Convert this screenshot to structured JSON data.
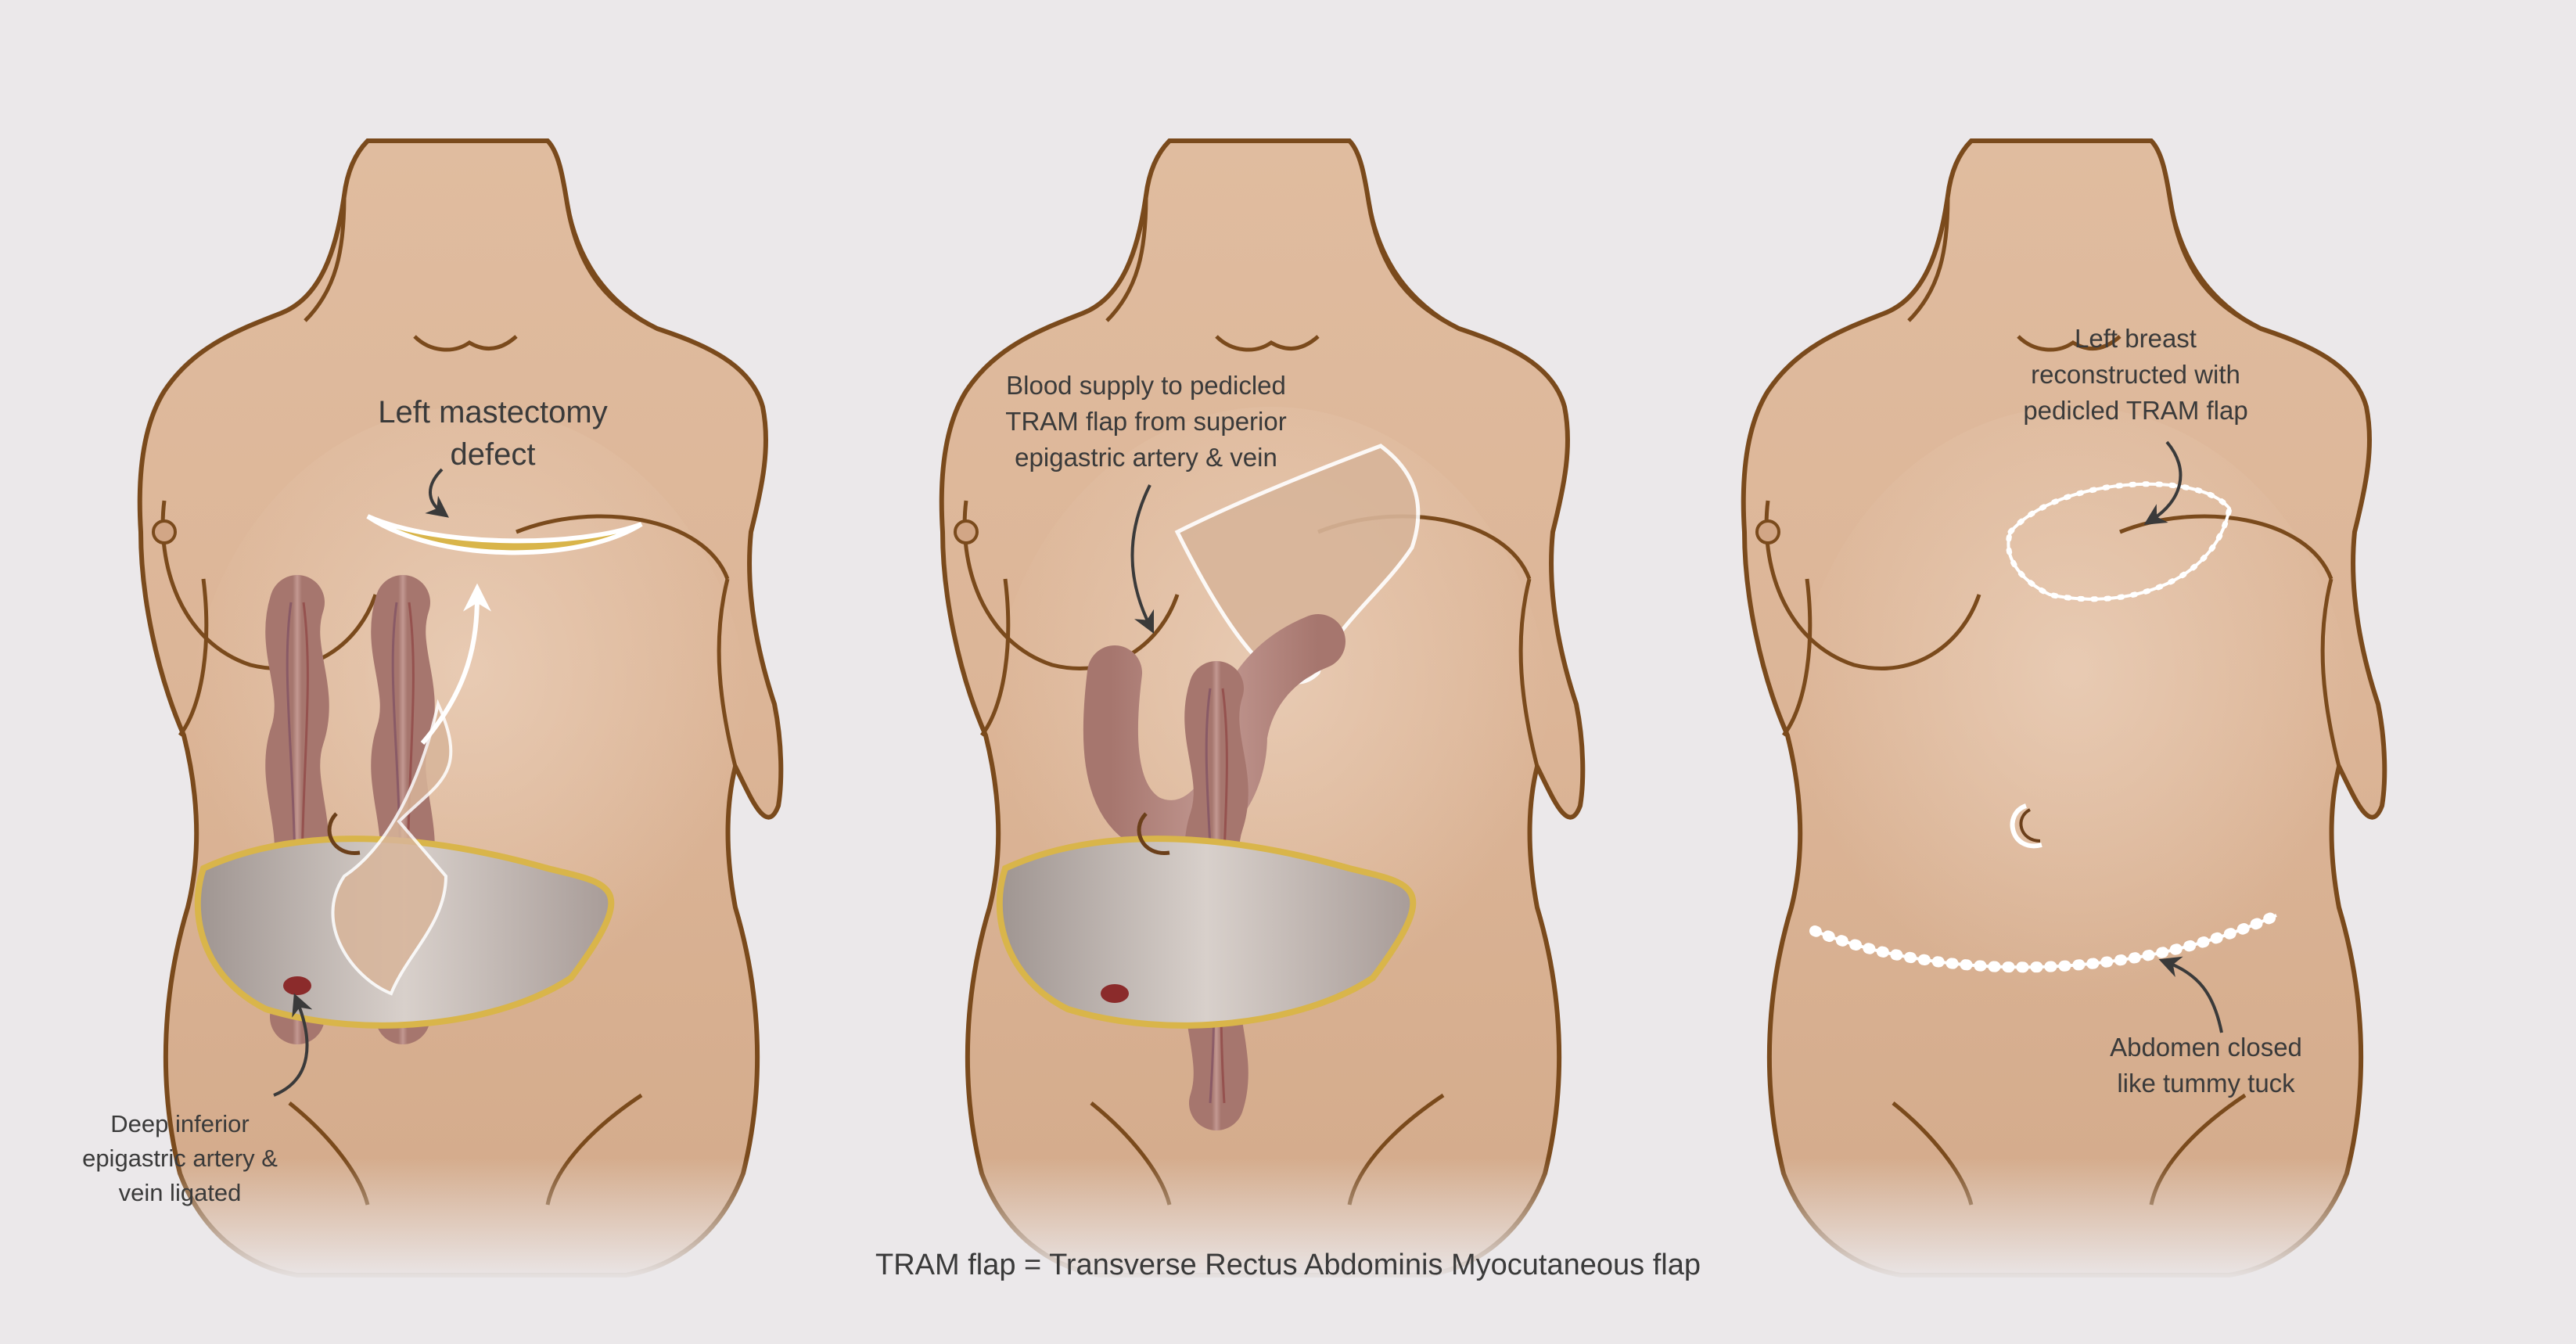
{
  "panels": [
    {
      "id": "panel-1",
      "labels": {
        "top": [
          "Left mastectomy",
          "defect"
        ],
        "bottom": [
          "Deep inferior",
          "epigastric artery &",
          "vein ligated"
        ]
      }
    },
    {
      "id": "panel-2",
      "labels": {
        "top": [
          "Blood supply to pedicled",
          "TRAM flap from superior",
          "epigastric artery & vein"
        ]
      }
    },
    {
      "id": "panel-3",
      "labels": {
        "top": [
          "Left breast",
          "reconstructed with",
          "pedicled TRAM flap"
        ],
        "bottom": [
          "Abdomen closed",
          "like tummy tuck"
        ]
      }
    }
  ],
  "footer": "TRAM flap = Transverse Rectus Abdominis Myocutaneous flap",
  "colors": {
    "background": "#ebe8ea",
    "skin": "#dcb597",
    "outline": "#7a4a1c",
    "muscle": "#b98a80",
    "fat": "#d9b54a",
    "cavity": "#b7b1ae",
    "text": "#3a3a3a"
  }
}
